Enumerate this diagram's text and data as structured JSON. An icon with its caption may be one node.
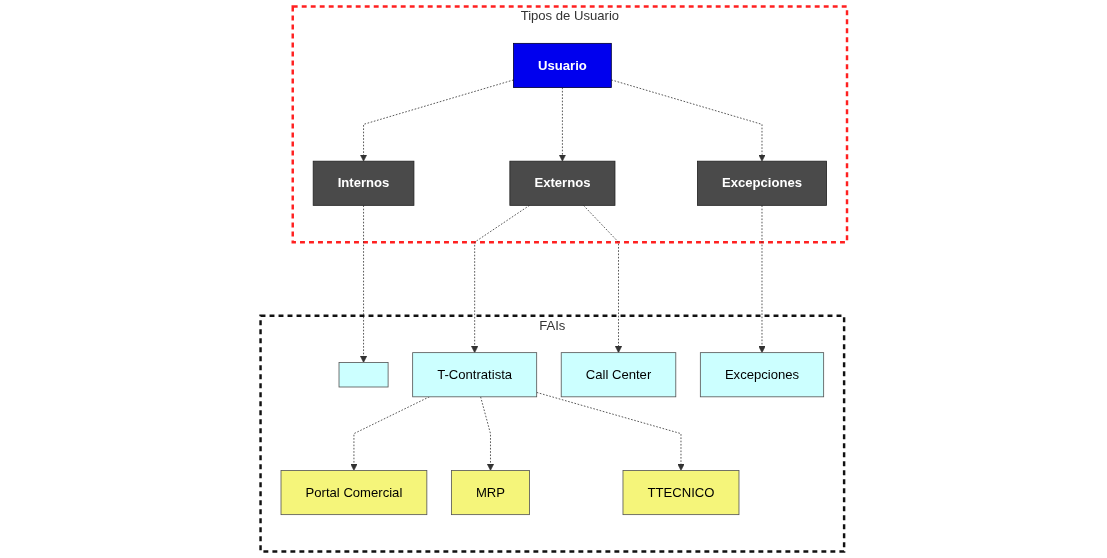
{
  "diagram": {
    "nodes": [
      {
        "text": [
          "Tipos de Usuario"
        ]
      },
      {
        "text": [
          "Usuario"
        ],
        "in": 0
      },
      {
        "text": [
          "Internos"
        ],
        "in": 0
      },
      {
        "text": [
          "Externos"
        ],
        "in": 0
      },
      {
        "text": [
          "Excepciones"
        ],
        "in": 0
      },
      {
        "text": [
          "FAIs"
        ]
      },
      {
        "text": [],
        "shape": "box",
        "in": 5
      },
      {
        "text": [
          "T-Contratista"
        ],
        "in": 5
      },
      {
        "text": [
          "Call Center"
        ],
        "in": 5
      },
      {
        "text": [
          "Excepciones"
        ],
        "in": 5
      },
      {
        "text": [
          "Portal Comercial"
        ],
        "in": 5
      },
      {
        "text": [
          "MRP"
        ],
        "in": 5
      },
      {
        "text": [
          "TTECNICO"
        ],
        "in": 5
      }
    ],
    "edges": [
      {
        "from": 1,
        "to": 2,
        "arrow": "to",
        "style": "dashed"
      },
      {
        "from": 1,
        "to": 3,
        "arrow": "to",
        "style": "dashed"
      },
      {
        "from": 1,
        "to": 4,
        "arrow": "to",
        "style": "dashed"
      },
      {
        "from": 2,
        "to": 6,
        "arrow": "to",
        "style": "dashed"
      },
      {
        "from": 3,
        "to": 7,
        "arrow": "to",
        "style": "dashed"
      },
      {
        "from": 3,
        "to": 8,
        "arrow": "to",
        "style": "dashed"
      },
      {
        "from": 4,
        "to": 9,
        "arrow": "to",
        "style": "dashed"
      },
      {
        "from": 7,
        "to": 10,
        "arrow": "to",
        "style": "dashed"
      },
      {
        "from": 7,
        "to": 11,
        "arrow": "to",
        "style": "dashed"
      },
      {
        "from": 7,
        "to": 12,
        "arrow": "to",
        "style": "dashed"
      }
    ]
  }
}
